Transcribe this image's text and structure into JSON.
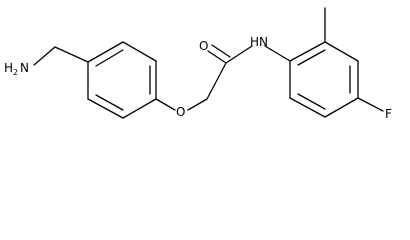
{
  "molecule": {
    "atoms": {
      "amine": {
        "label": "H",
        "sub": "2",
        "tail": "N"
      },
      "ether_oxygen": {
        "label": "O"
      },
      "carbonyl_oxygen": {
        "label": "O"
      },
      "amide_nitrogen": {
        "label": "H",
        "tail": "N"
      },
      "fluorine": {
        "label": "F"
      }
    }
  }
}
